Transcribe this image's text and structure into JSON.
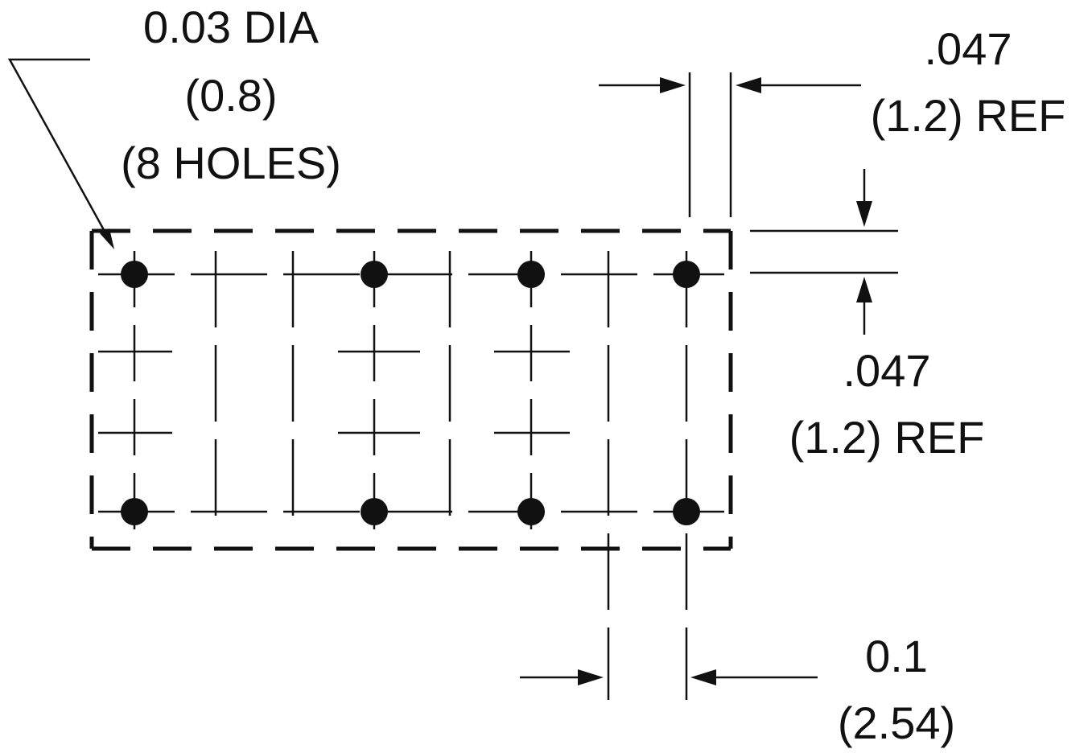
{
  "hole_label": {
    "line1": "0.03 DIA",
    "line2": "(0.8)",
    "line3": "(8 HOLES)"
  },
  "top_right_dim": {
    "line1": ".047",
    "line2": "(1.2) REF"
  },
  "right_dim": {
    "line1": ".047",
    "line2": "(1.2) REF"
  },
  "pitch_dim": {
    "line1": "0.1",
    "line2": "(2.54)"
  },
  "colors": {
    "ink": "#111111",
    "background": "#ffffff"
  }
}
